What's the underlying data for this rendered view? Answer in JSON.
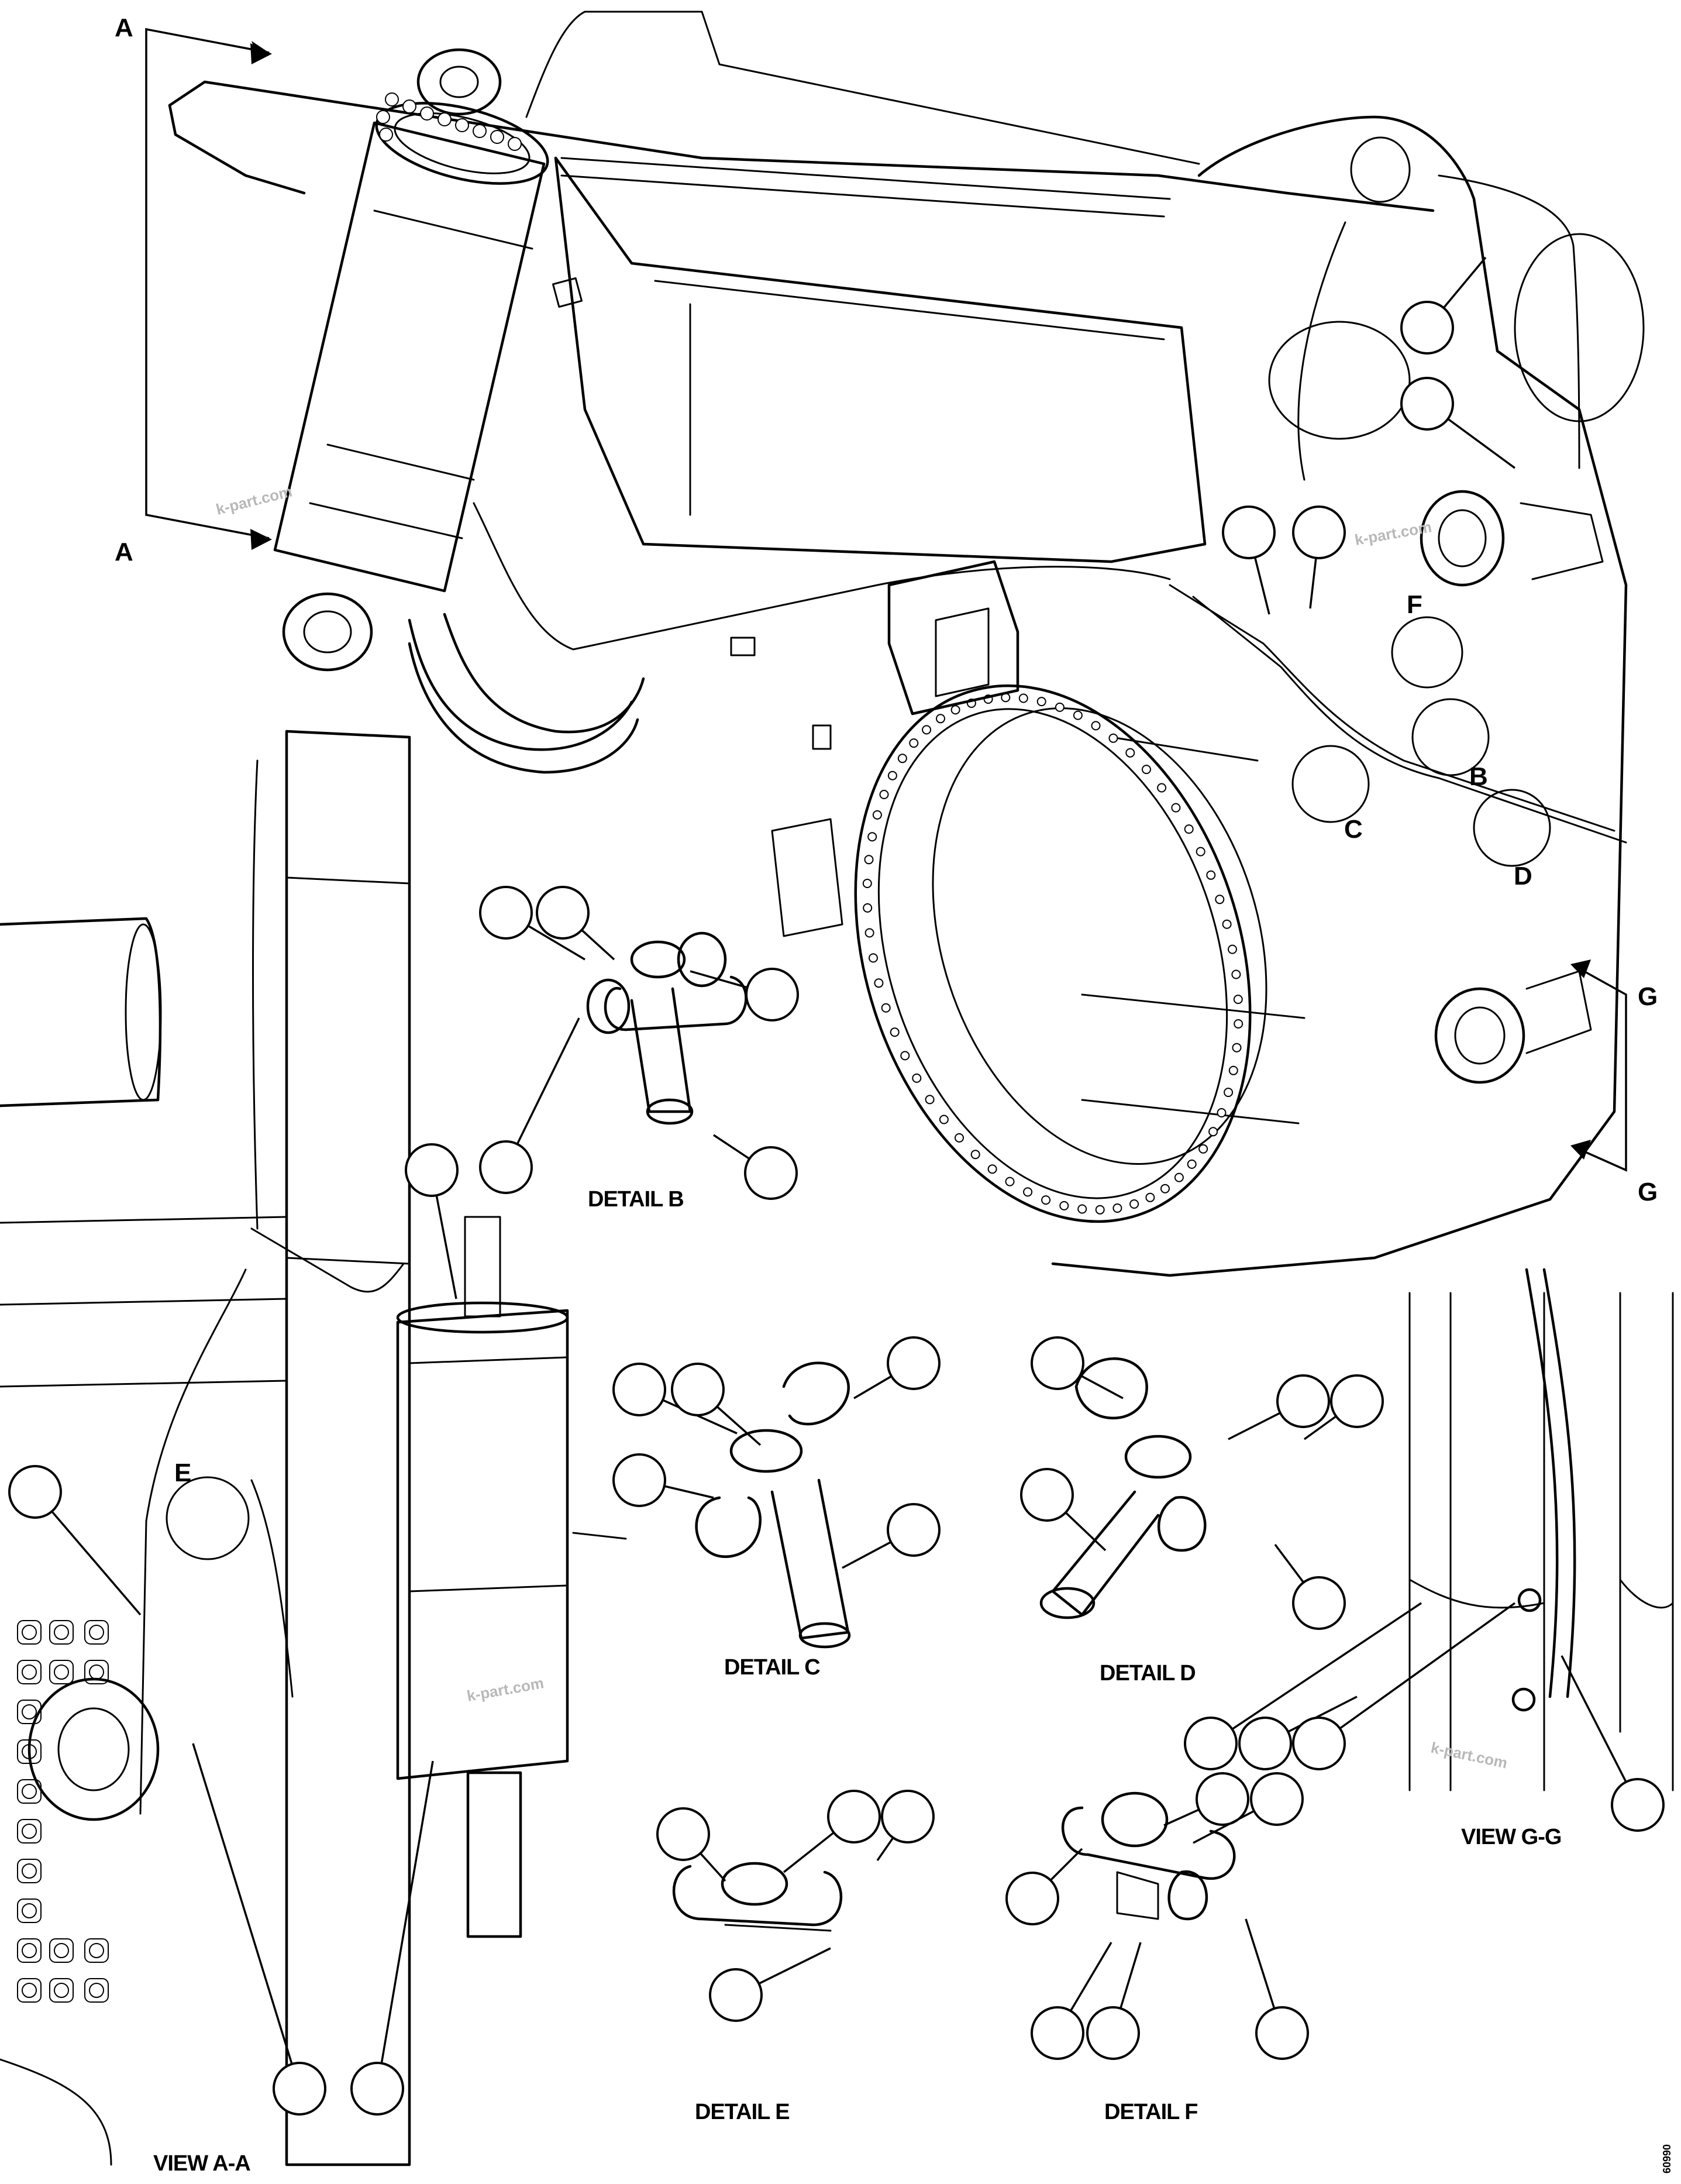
{
  "section_markers": {
    "a_top": "A",
    "a_bottom": "A",
    "b": "B",
    "c": "C",
    "d": "D",
    "e": "E",
    "f": "F",
    "g_top": "G",
    "g_bottom": "G"
  },
  "captions": {
    "detail_b": "DETAIL B",
    "detail_c": "DETAIL C",
    "detail_d": "DETAIL D",
    "detail_e": "DETAIL E",
    "detail_f": "DETAIL F",
    "view_aa": "VIEW A-A",
    "view_gg": "VIEW G-G"
  },
  "watermarks": [
    "k-part.com",
    "k-part.com",
    "k-part.com",
    "k-part.com"
  ],
  "drawing_ref": "60990",
  "callout_count": 38
}
